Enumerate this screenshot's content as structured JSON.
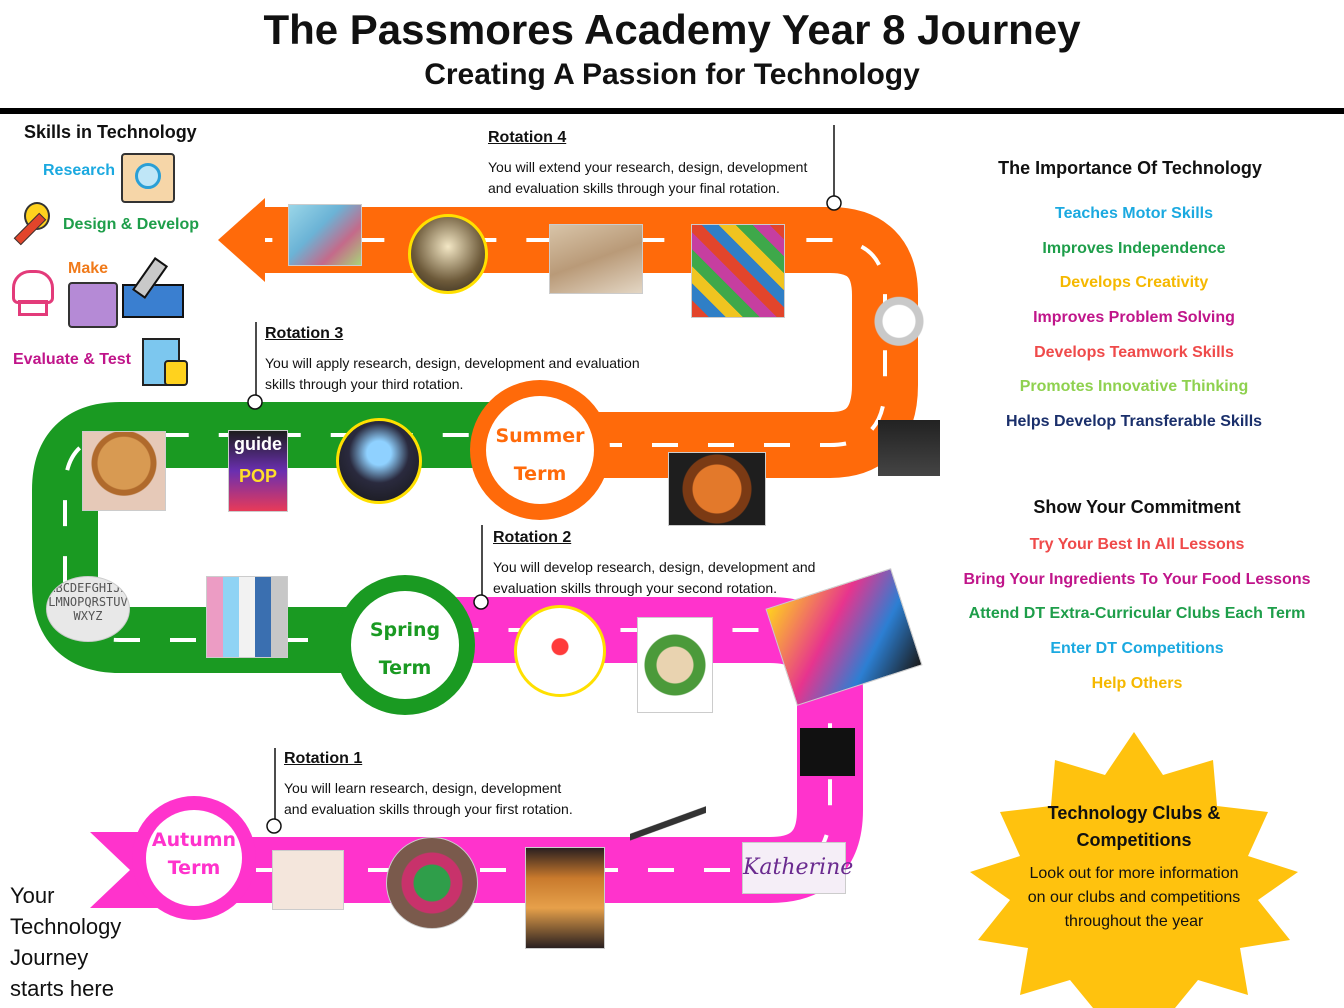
{
  "header": {
    "title": "The Passmores Academy Year 8 Journey",
    "subtitle": "Creating A Passion for Technology"
  },
  "skills": {
    "title": "Skills in Technology",
    "items": [
      {
        "label": "Research",
        "color": "#1ba9e0",
        "icon": "magnifier-book-icon"
      },
      {
        "label": "Design & Develop",
        "color": "#1e9e4a",
        "icon": "lightbulb-pencil-icon"
      },
      {
        "label": "Make",
        "color": "#f07a1a",
        "icon": "toolbox-sewing-machine-icon"
      },
      {
        "label": "Evaluate & Test",
        "color": "#c0158a",
        "icon": "checklist-thumbs-up-icon"
      }
    ]
  },
  "terms": {
    "autumn": {
      "line1": "Autumn",
      "line2": "Term",
      "color": "#ff33cc"
    },
    "spring": {
      "line1": "Spring",
      "line2": "Term",
      "color": "#1a9a22"
    },
    "summer": {
      "line1": "Summer",
      "line2": "Term",
      "color": "#ff6a0a"
    }
  },
  "rotations": [
    {
      "heading": "Rotation 1",
      "line1": "You will learn research, design, development",
      "line2": "and evaluation skills through your first rotation."
    },
    {
      "heading": "Rotation 2",
      "line1": "You will develop research, design, development and",
      "line2": "evaluation skills through your second rotation."
    },
    {
      "heading": "Rotation 3",
      "line1": "You will apply research, design, development and evaluation",
      "line2": "skills through your third rotation."
    },
    {
      "heading": "Rotation 4",
      "line1": "You will extend your research, design, development",
      "line2": "and evaluation skills through your final rotation."
    }
  ],
  "importance": {
    "title": "The Importance Of Technology",
    "items": [
      {
        "text": "Teaches Motor Skills",
        "color": "#1ba9e0"
      },
      {
        "text": "Improves Independence",
        "color": "#1e9e4a"
      },
      {
        "text": "Develops Creativity",
        "color": "#f5b800"
      },
      {
        "text": "Improves Problem Solving",
        "color": "#c0158a"
      },
      {
        "text": "Develops Teamwork Skills",
        "color": "#ef4a4a"
      },
      {
        "text": "Promotes Innovative Thinking",
        "color": "#8fd14f"
      },
      {
        "text": "Helps Develop Transferable Skills",
        "color": "#1a2f6b"
      }
    ]
  },
  "commitment": {
    "title": "Show Your Commitment",
    "items": [
      {
        "text": "Try Your Best In All Lessons",
        "color": "#ef4a4a"
      },
      {
        "text": "Bring Your Ingredients To Your Food Lessons",
        "color": "#c0158a"
      },
      {
        "text": "Attend DT Extra-Curricular Clubs Each Term",
        "color": "#1e9e4a"
      },
      {
        "text": "Enter DT Competitions",
        "color": "#1ba9e0"
      },
      {
        "text": "Help Others",
        "color": "#f5b800"
      }
    ]
  },
  "clubs": {
    "title_line1": "Technology Clubs &",
    "title_line2": "Competitions",
    "body_line1": "Look out for more information",
    "body_line2": "on our clubs and competitions",
    "body_line3": "throughout the year",
    "star_color": "#ffc20e"
  },
  "journey": {
    "line1": "Your",
    "line2": "Technology",
    "line3": "Journey",
    "line4": "starts here"
  },
  "photo_labels": {
    "katherine": "Katherine",
    "guide": "guide",
    "pop": "POP",
    "alphabet": "ABCDEFGHIJKLMNOPQRSTUVWXYZ"
  }
}
